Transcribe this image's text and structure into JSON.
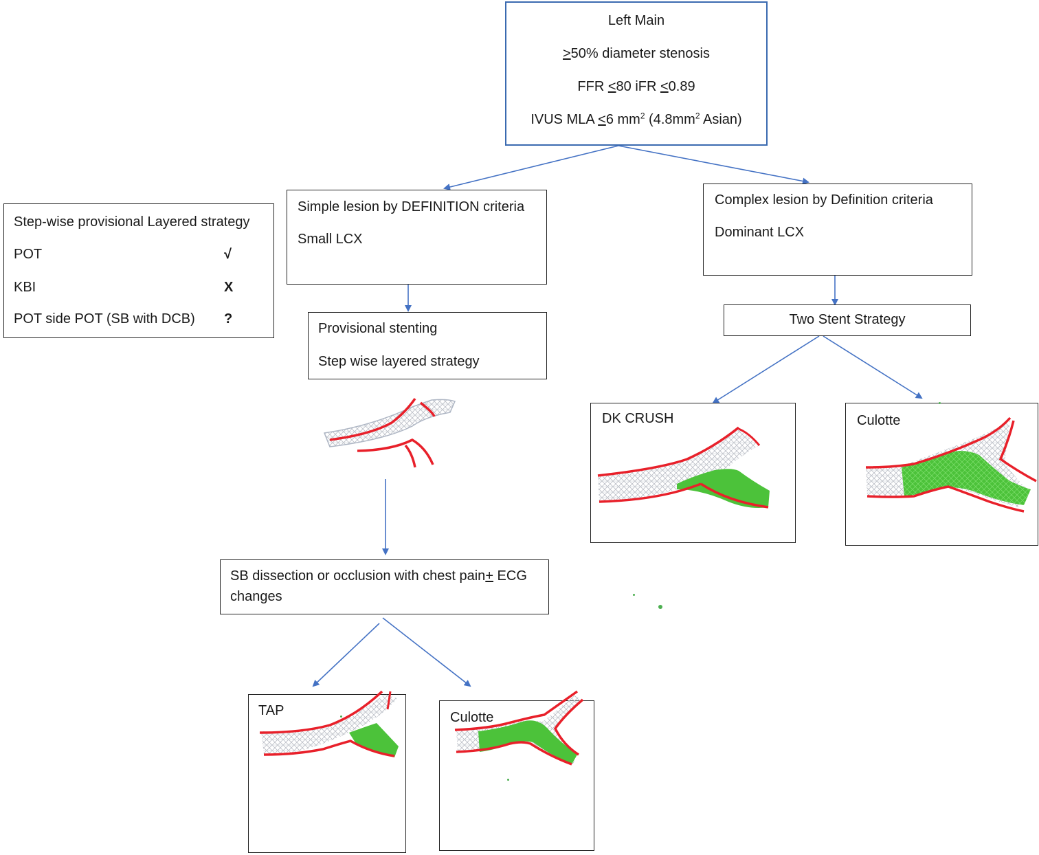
{
  "nodes": {
    "left_main": {
      "title": "Left Main",
      "stenosis": {
        "symbol": ">",
        "rest": "50% diameter stenosis"
      },
      "ffr": {
        "p1": "FFR ",
        "s1": "<",
        "p2": "80 iFR ",
        "s2": "<",
        "p3": "0.89"
      },
      "ivus": {
        "p1": "IVUS MLA ",
        "s1": "<",
        "p2": "6 mm",
        "sup1": "2",
        "p3": " (4.8mm",
        "sup2": "2",
        "p4": " Asian)"
      }
    },
    "simple": {
      "line1": "Simple lesion by DEFINITION criteria",
      "line2": "Small LCX"
    },
    "complex": {
      "line1": "Complex lesion by Definition criteria",
      "line2": "Dominant LCX"
    },
    "provisional": {
      "line1": "Provisional stenting",
      "line2": "Step wise layered strategy"
    },
    "two_stent": {
      "label": "Two Stent Strategy"
    },
    "sb_dissection": {
      "line1a": "SB dissection or occlusion with chest pain",
      "pm_symbol": "+",
      "line1b": " ECG",
      "line2": "changes"
    },
    "dk_crush": {
      "label": "DK CRUSH"
    },
    "culotte_right": {
      "label": "Culotte"
    },
    "tap": {
      "label": "TAP"
    },
    "culotte_bottom": {
      "label": "Culotte"
    }
  },
  "legend": {
    "title": "Step-wise provisional Layered strategy",
    "rows": [
      {
        "item": "POT",
        "mark": "√"
      },
      {
        "item": "KBI",
        "mark": "X"
      },
      {
        "item": "POT side POT (SB with DCB)",
        "mark": "?"
      }
    ]
  },
  "colors": {
    "arrow": "#4472c4",
    "main_border": "#3a6ab0",
    "vessel_wall": "#e8202a",
    "stent_mesh": "#b8bcc4",
    "stent_green": "#4cc23a"
  }
}
